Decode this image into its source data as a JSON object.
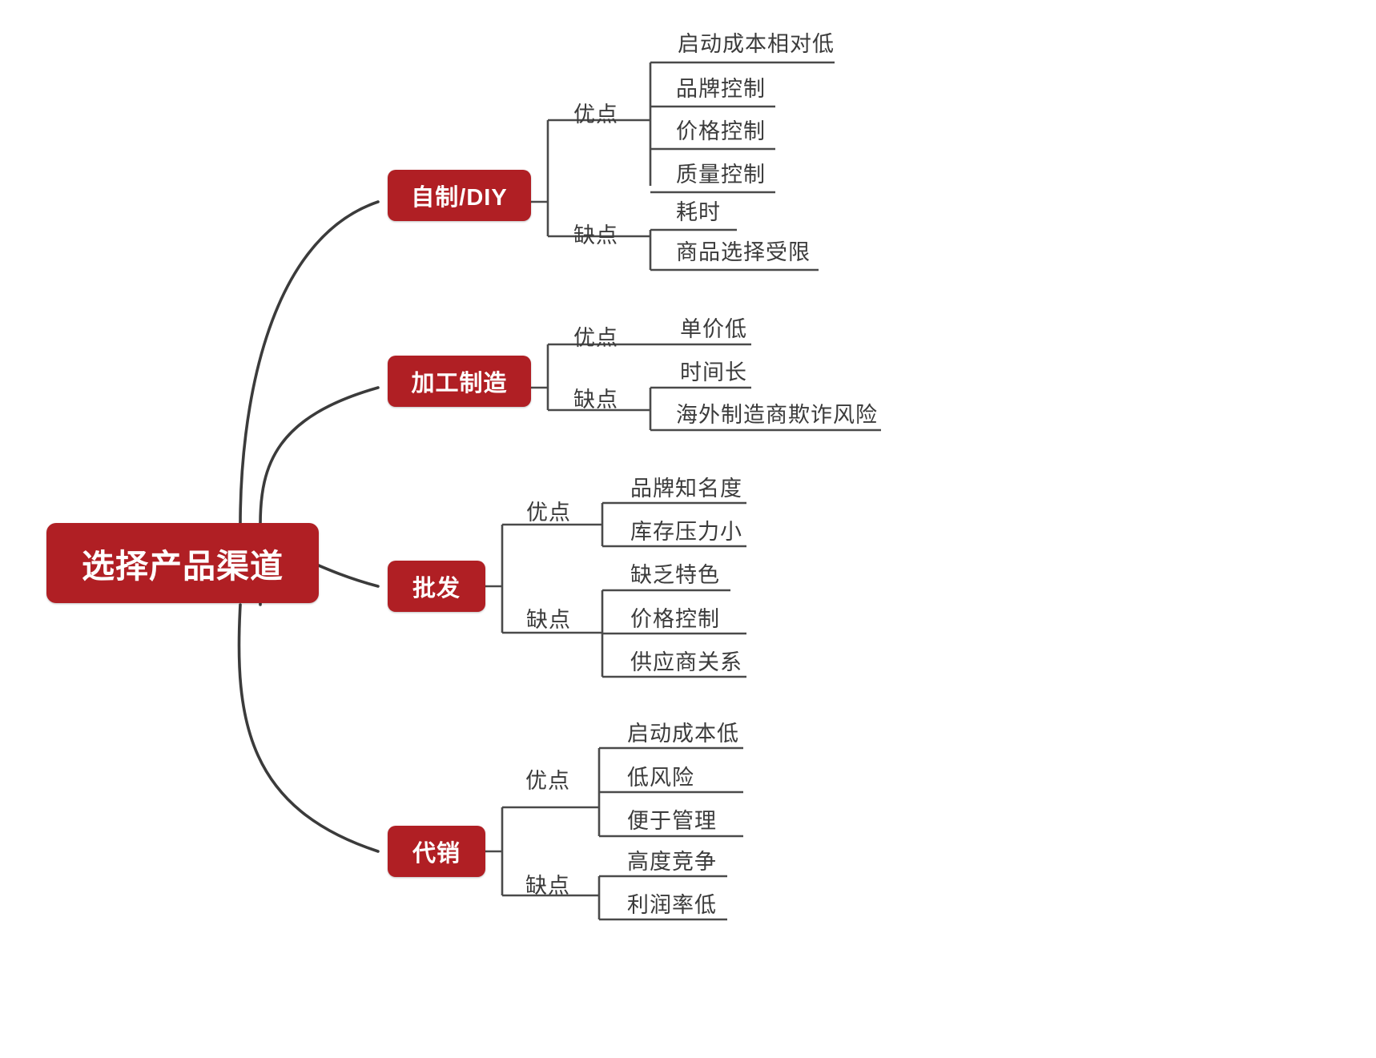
{
  "diagram": {
    "type": "mindmap",
    "title": "选择产品渠道",
    "theme": {
      "node_fill": "#B01F24",
      "node_text": "#FFFFFF",
      "line_color": "#3b3b3b",
      "leaf_text": "#3b3b3b",
      "background": "#FFFFFF"
    },
    "root": {
      "label": "选择产品渠道"
    },
    "branches": [
      {
        "label": "自制/DIY",
        "groups": [
          {
            "label": "优点",
            "items": [
              "启动成本相对低",
              "品牌控制",
              "价格控制",
              "质量控制"
            ]
          },
          {
            "label": "缺点",
            "items": [
              "耗时",
              "商品选择受限"
            ]
          }
        ]
      },
      {
        "label": "加工制造",
        "groups": [
          {
            "label": "优点",
            "items": [
              "单价低"
            ]
          },
          {
            "label": "缺点",
            "items": [
              "时间长",
              "海外制造商欺诈风险"
            ]
          }
        ]
      },
      {
        "label": "批发",
        "groups": [
          {
            "label": "优点",
            "items": [
              "品牌知名度",
              "库存压力小"
            ]
          },
          {
            "label": "缺点",
            "items": [
              "缺乏特色",
              "价格控制",
              "供应商关系"
            ]
          }
        ]
      },
      {
        "label": "代销",
        "groups": [
          {
            "label": "优点",
            "items": [
              "启动成本低",
              "低风险",
              "便于管理"
            ]
          },
          {
            "label": "缺点",
            "items": [
              "高度竞争",
              "利润率低"
            ]
          }
        ]
      }
    ]
  }
}
